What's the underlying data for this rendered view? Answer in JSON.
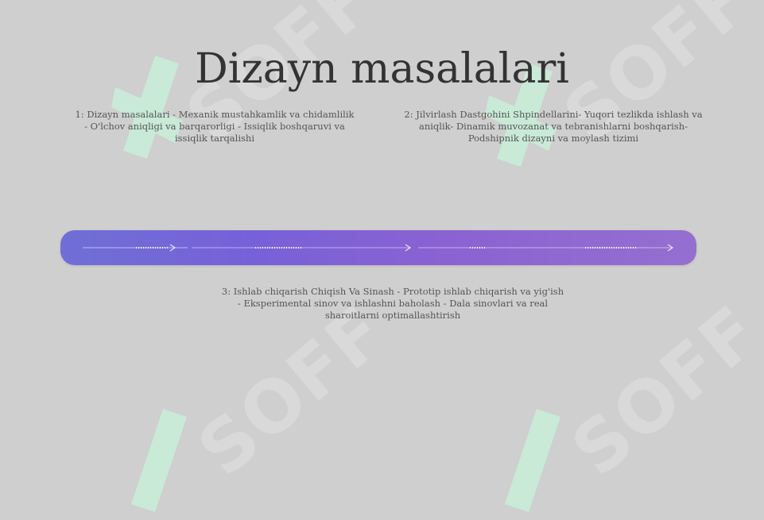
{
  "title": "Dizayn masalalari",
  "watermark": "SOFF",
  "items": [
    {
      "text": "1: Dizayn masalalari - Mexanik mustahkamlik va chidamlilik - O'lchov aniqligi va barqarorligi - Issiqlik boshqaruvi va issiqlik tarqalishi"
    },
    {
      "text": "2: Jilvirlash Dastgohini Shpindellarini- Yuqori tezlikda ishlash va aniqlik- Dinamik muvozanat va tebranishlarni boshqarish- Podshipnik dizayni va moylash tizimi"
    },
    {
      "text": "3: Ishlab chiqarish Chiqish Va Sinash - Prototip ishlab chiqarish va yig'ish - Eksperimental sinov va ishlashni baholash - Dala sinovlari va real sharoitlarni optimallashtirish"
    }
  ],
  "colors": {
    "background": "#cfcfcf",
    "timeline_start": "#6f6fd6",
    "timeline_end": "#956fd0",
    "watermark_mark": "#c9ead8"
  }
}
